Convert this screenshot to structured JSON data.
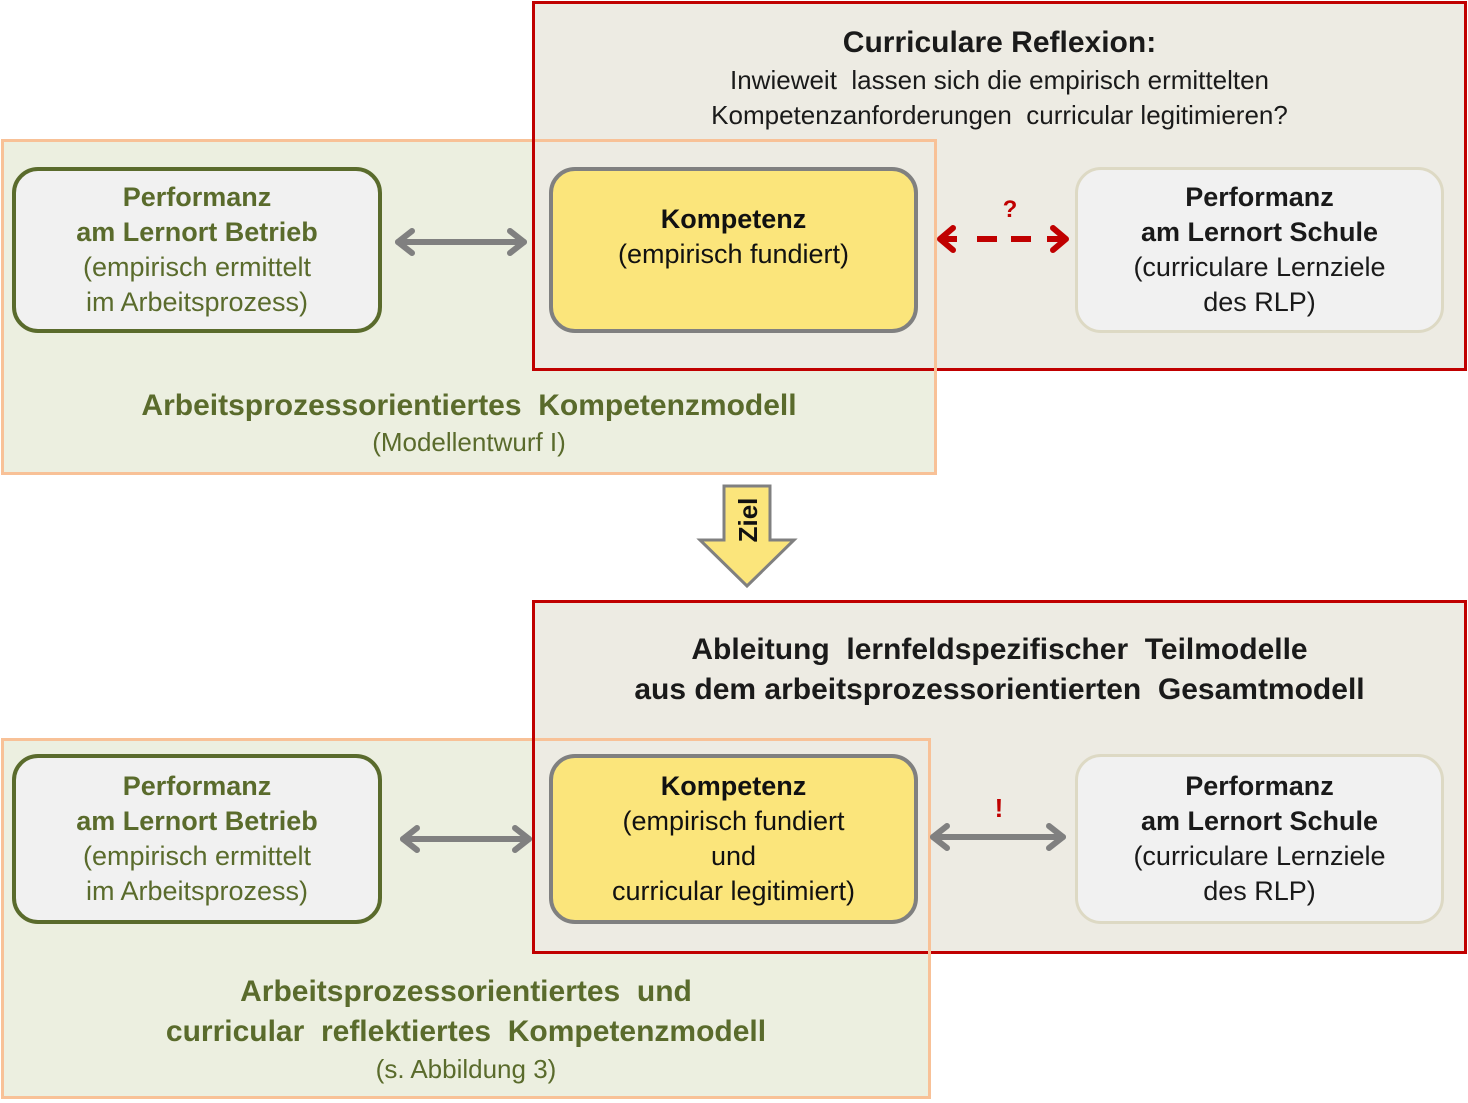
{
  "top_section": {
    "reflexion": {
      "title": "Curriculare Reflexion:",
      "question_line1": "Inwieweit  lassen sich die empirisch ermittelten",
      "question_line2": "Kompetenzanforderungen  curricular legitimieren?"
    },
    "betrieb_box": {
      "title_line1": "Performanz",
      "title_line2": "am Lernort Betrieb",
      "sub_line1": "(empirisch ermittelt",
      "sub_line2": "im Arbeitsprozess)"
    },
    "kompetenz_box": {
      "title": "Kompetenz",
      "sub_line1": "(empirisch fundiert)"
    },
    "schule_box": {
      "title_line1": "Performanz",
      "title_line2": "am Lernort Schule",
      "sub_line1": "(curriculare Lernziele",
      "sub_line2": "des RLP)"
    },
    "relation_marker": "?",
    "model": {
      "title": "Arbeitsprozessorientiertes  Kompetenzmodell",
      "subtitle": "(Modellentwurf I)"
    }
  },
  "goal_arrow": {
    "label": "Ziel"
  },
  "bottom_section": {
    "ableitung": {
      "title_line1": "Ableitung  lernfeldspezifischer  Teilmodelle",
      "title_line2": "aus dem arbeitsprozessorientierten  Gesamtmodell"
    },
    "betrieb_box": {
      "title_line1": "Performanz",
      "title_line2": "am Lernort Betrieb",
      "sub_line1": "(empirisch ermittelt",
      "sub_line2": "im Arbeitsprozess)"
    },
    "kompetenz_box": {
      "title": "Kompetenz",
      "sub_line1": "(empirisch fundiert",
      "sub_line2": "und",
      "sub_line3": "curricular legitimiert)"
    },
    "schule_box": {
      "title_line1": "Performanz",
      "title_line2": "am Lernort Schule",
      "sub_line1": "(curriculare Lernziele",
      "sub_line2": "des RLP)"
    },
    "relation_marker": "!",
    "model": {
      "title_line1": "Arbeitsprozessorientiertes  und",
      "title_line2": "curricular  reflektiertes  Kompetenzmodell",
      "subtitle": "(s. Abbildung 3)"
    }
  },
  "colors": {
    "red_frame": "#c00000",
    "orange_frame": "#f8c197",
    "green_text": "#5a6b2c",
    "kompetenz_fill": "#fbe57b",
    "arrow_gray": "#808080"
  }
}
